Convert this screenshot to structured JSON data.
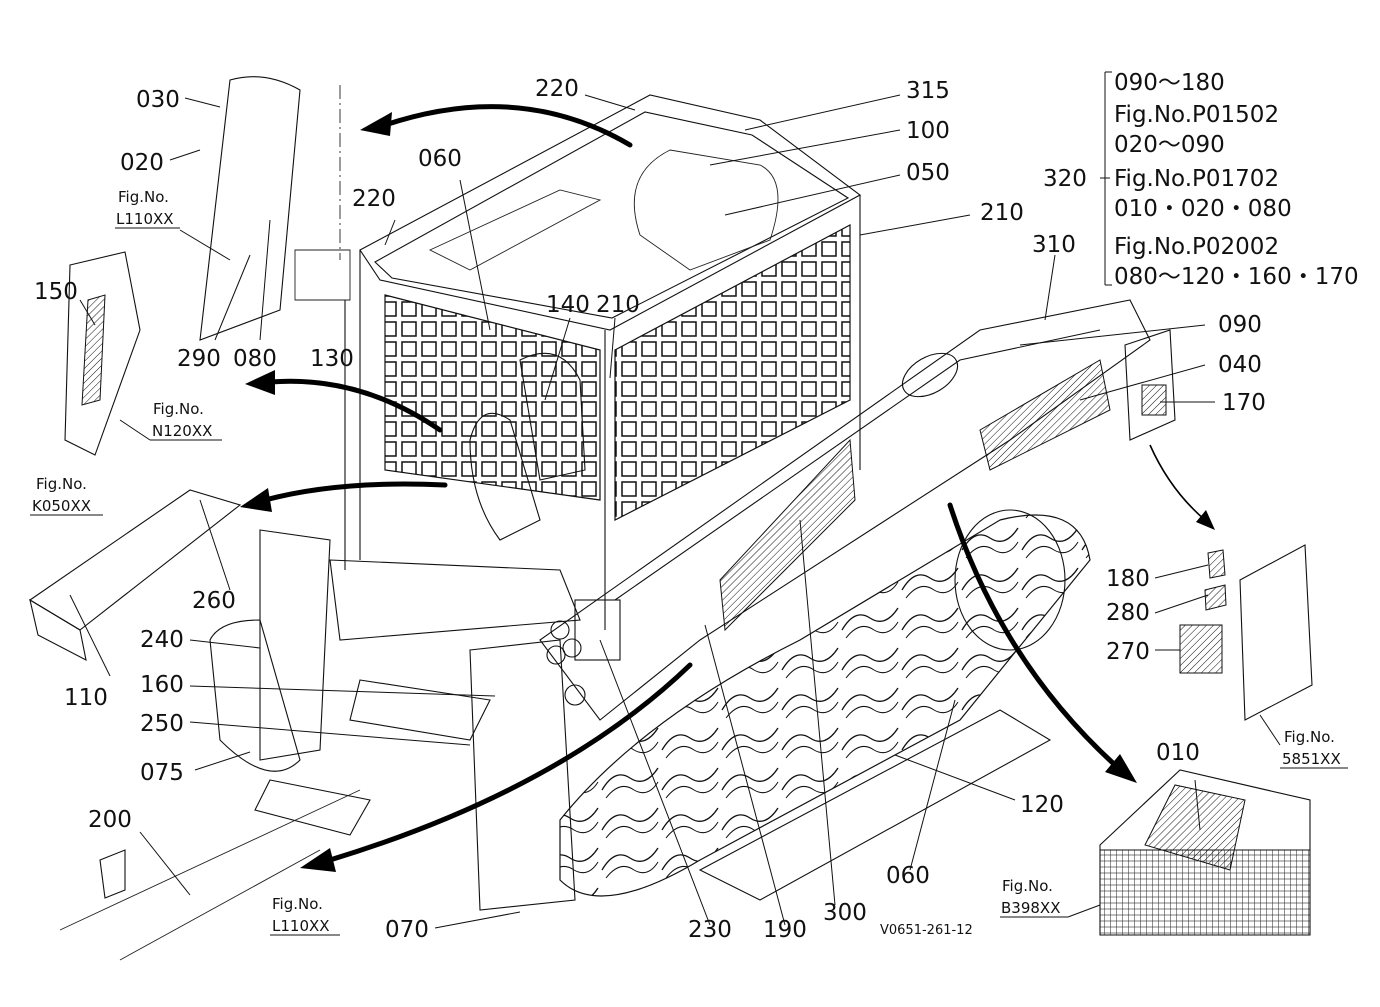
{
  "diagram": {
    "drawing_code": "V0651-261-12",
    "callouts": {
      "c030": "030",
      "c020": "020",
      "c150": "150",
      "c290": "290",
      "c080": "080",
      "c130": "130",
      "c060a": "060",
      "c140": "140",
      "c210a": "210",
      "c220a": "220",
      "c220b": "220",
      "c315": "315",
      "c100": "100",
      "c050": "050",
      "c210b": "210",
      "c310": "310",
      "c320": "320",
      "c090": "090",
      "c040": "040",
      "c170": "170",
      "c180": "180",
      "c280": "280",
      "c270": "270",
      "c010": "010",
      "c110": "110",
      "c260": "260",
      "c240": "240",
      "c160": "160",
      "c250": "250",
      "c075": "075",
      "c200": "200",
      "c070": "070",
      "c230": "230",
      "c190": "190",
      "c300": "300",
      "c060b": "060",
      "c120": "120"
    },
    "figure_refs": {
      "l110_top_caption": "Fig.No.",
      "l110_top_code": "L110XX",
      "n120_caption": "Fig.No.",
      "n120_code": "N120XX",
      "k050_caption": "Fig.No.",
      "k050_code": "K050XX",
      "l110_bottom_caption": "Fig.No.",
      "l110_bottom_code": "L110XX",
      "b398_caption": "Fig.No.",
      "b398_code": "B398XX",
      "s5851_caption": "Fig.No.",
      "s5851_code": "5851XX"
    },
    "references_note": [
      "090〜180",
      "Fig.No.P01502",
      "020〜090",
      "Fig.No.P01702",
      "010・020・080",
      "Fig.No.P02002",
      "080〜120・160・170"
    ]
  }
}
